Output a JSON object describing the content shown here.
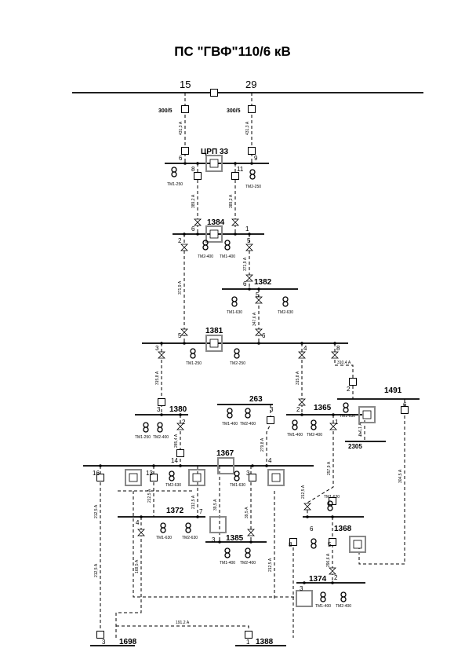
{
  "title": "ПС \"ГВФ\"110/6 кВ",
  "colors": {
    "line": "#000000",
    "device": "#888888",
    "background": "#ffffff"
  },
  "feeders": {
    "left": "15",
    "right": "29"
  },
  "ct_ratio": "300/5",
  "substations": {
    "crp33": "ЦРП 33",
    "s1384": "1384",
    "s1382": "1382",
    "s1381": "1381",
    "s1491": "1491",
    "s263": "263",
    "s1380": "1380",
    "s1365": "1365",
    "s1367": "1367",
    "s2305": "2305",
    "s1372": "1372",
    "s1385": "1385",
    "s1368": "1368",
    "s1374": "1374",
    "s1698": "1698",
    "s1388": "1388"
  },
  "transformers": {
    "tm1_250": "ТМ1-250",
    "tm2_250": "ТМ2-250",
    "tm1_400": "ТМ1-400",
    "tm2_400": "ТМ2-400",
    "tm1_630": "ТМ1-630",
    "tm2_630": "ТМ2-630"
  },
  "cells": {
    "c1": "1",
    "c2": "2",
    "c3": "3",
    "c4": "4",
    "c5": "5",
    "c6": "6",
    "c7": "7",
    "c8": "8",
    "c9": "9",
    "c11": "11",
    "c13": "13",
    "c14": "14",
    "c16": "16"
  },
  "currents": {
    "i431": "431,3 А",
    "i389": "389,2 А",
    "i371": "371,9 А",
    "i347": "347,6 А",
    "i315": "315,8 А",
    "i310": "310,4 А",
    "i285": "285,4 А",
    "i279": "279,8 А",
    "i257": "257,9 А",
    "i39": "39,5 А",
    "i212": "212,5 А",
    "i168": "168,5 А",
    "i296": "296,6 А",
    "i191": "191,2 А",
    "i304": "304,5 А",
    "i61": "6,1 А"
  }
}
